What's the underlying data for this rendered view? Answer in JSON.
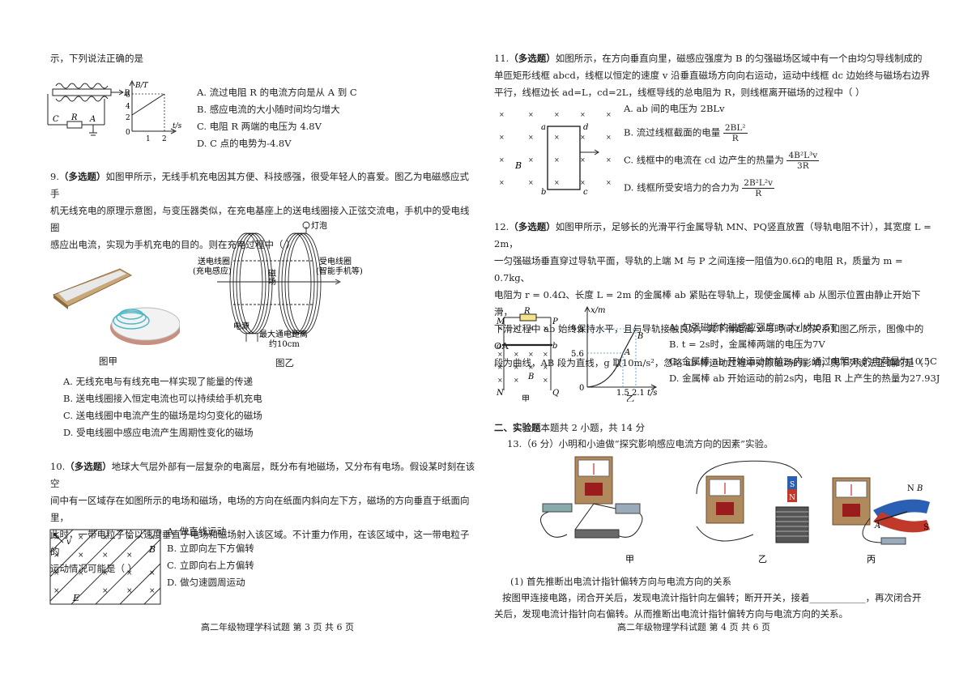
{
  "left": {
    "intro": "示，下列说法正确的是",
    "q8_options": [
      "A. 流过电阻 R 的电流方向是从 A 到 C",
      "B. 感应电流的大小随时间均匀增大",
      "C. 电阻 R 两端的电压为 4.8V",
      "D. C 点的电势为-4.8V"
    ],
    "q8_fig": {
      "ylabel": "B/T",
      "xlabel": "t/s",
      "y6": "6",
      "y4": "4",
      "y2": "2",
      "x0": "0",
      "x1": "1",
      "x2": "2",
      "c": "C",
      "r": "R",
      "a": "A",
      "b": "B"
    },
    "q9": {
      "num": "9.",
      "tag": "（多选题）",
      "lines": [
        "如图甲所示，无线手机充电因其方便、科技感强，很受年轻人的喜爱。图乙为电磁感应式手",
        "机无线充电的原理示意图，与变压器类似，在充电基座上的送电线圈接入正弦交流电，手机中的受电线圈",
        "感应出电流，实现为手机充电的目的。则在充电过程中（      ）"
      ],
      "fig_a_caption": "图甲",
      "fig_b_caption": "图乙",
      "fig_b": {
        "bulb": "灯泡",
        "send1": "送电线圈",
        "send2": "(充电感应)",
        "recv1": "受电线圈",
        "recv2": "(智能手机等)",
        "field": "磁场",
        "source": "电源",
        "dist1": "最大通电距离",
        "dist2": "约10cm"
      },
      "options": [
        "A. 无线充电与有线充电一样实现了能量的传递",
        "B. 送电线圈接入恒定电流也可以持续给手机充电",
        "C. 送电线圈中电流产生的磁场是均匀变化的磁场",
        "D. 受电线圈中感应电流产生周期性变化的磁场"
      ]
    },
    "q10": {
      "num": "10.",
      "tag": "（多选题）",
      "lines": [
        "地球大气层外部有一层复杂的电离层，既分布有地磁场，又分布有电场。假设某时刻在该空",
        "间中有一区域存在如图所示的电场和磁场，电场的方向在纸面内斜向左下方，磁场的方向垂直于纸面向里，",
        "此时，一带电粒子恰以速度垂直于电场和磁场射入该区域。不计重力作用，在该区域中，这一带电粒子的",
        "运动情况可能是（      ）"
      ],
      "fig": {
        "v": "v",
        "b": "B",
        "e": "E"
      },
      "options": [
        "A. 做直线运动",
        "B. 立即向左下方偏转",
        "C. 立即向右上方偏转",
        "D. 做匀速圆周运动"
      ]
    },
    "footer": "高二年级物理学科试题   第 3 页  共 6 页"
  },
  "right": {
    "q11": {
      "num": "11.",
      "tag": "（多选题）",
      "lines": [
        "如图所示，在方向垂直向里，磁感应强度为 B 的匀强磁场区域中有一个由均匀导线制成的",
        "单匝矩形线框 abcd，线框以恒定的速度 v 沿垂直磁场方向向右运动，运动中线框 dc 边始终与磁场右边界",
        "平行，线框边长 ad=L，cd=2L，线框导线的总电阻为 R，则线框离开磁场的过程中（      ）"
      ],
      "fig": {
        "a": "a",
        "b": "b",
        "c": "c",
        "d": "d",
        "B": "B"
      },
      "options": {
        "A": "A. ab 间的电压为 2BLv",
        "B_pre": "B. 流过线框截面的电量",
        "B_num": "2BL²",
        "B_den": "R",
        "C_pre": "C. 线框中的电流在 cd 边产生的热量为",
        "C_num": "4B²L³v",
        "C_den": "3R",
        "D_pre": "D. 线框所受安培力的合力为",
        "D_num": "2B²L²v",
        "D_den": "R"
      }
    },
    "q12": {
      "num": "12.",
      "tag": "（多选题）",
      "lines": [
        "如图甲所示，足够长的光滑平行金属导轨 MN、PQ竖直放置（导轨电阻不计），其宽度 L = 2m，",
        "一匀强磁场垂直穿过导轨平面，导轨的上端 M 与 P 之间连接一阻值为0.6Ω的电阻 R，质量为 m = 0.7kg、",
        "电阻为 r = 0.4Ω、长度 L = 2m 的金属棒 ab 紧贴在导轨上，现使金属棒 ab 从图示位置由静止开始下滑，",
        "下滑过程中 ab 始终保持水平，且与导轨接触良好，其下滑距离 x 与时间 t 的关系如图乙所示，图像中的 OA",
        "段为曲线，AB 段为直线，g 取10m/s²，忽略 ab 棒运动过程中对原磁场的影响，则下列说法正确的是（      ）"
      ],
      "fig_a": {
        "M": "M",
        "R": "R",
        "P": "P",
        "a": "a",
        "b": "b",
        "B": "B",
        "N": "N",
        "Q": "Q",
        "caption": "甲"
      },
      "fig_b": {
        "ylabel": "x/m",
        "xlabel": "t/s",
        "y1": "9.8",
        "y2": "5.6",
        "x1": "1.5",
        "x2": "2.1",
        "o": "0",
        "A": "A",
        "B": "B",
        "caption": "乙"
      },
      "options": [
        "A. 匀强磁场的磁感应强度 B 大小为0.5T",
        "B. t = 2s时，金属棒两端的电压为7V",
        "C. 金属棒 ab 开始运动的前2s内，通过电阻 R 的电荷量为10.5C",
        "D. 金属棒 ab 开始运动的前2s内，电阻 R 上产生的热量为27.93J"
      ]
    },
    "sec2": {
      "title": "二、实验题",
      "rest": "本题共 2 小题，共 14 分",
      "q13": "13.（6 分）小明和小迪做“探究影响感应电流方向的因素”实验。",
      "captions": [
        "甲",
        "乙",
        "丙"
      ],
      "magnet": {
        "s": "S",
        "n": "N",
        "nb": "N",
        "b": "B",
        "a": "A",
        "s2": "S"
      },
      "p1": "(1)  首先推断出电流计指针偏转方向与电流方向的关系",
      "p2": "按图甲连接电路，闭合开关后，发现电流计指针向左偏转；断开开关，接着____________，再次闭合开",
      "p3": "关后，发现电流计指针向右偏转。从而推断出电流计指针偏转方向与电流方向的关系。"
    },
    "footer": "高二年级物理学科试题   第 4 页  共 6 页"
  }
}
